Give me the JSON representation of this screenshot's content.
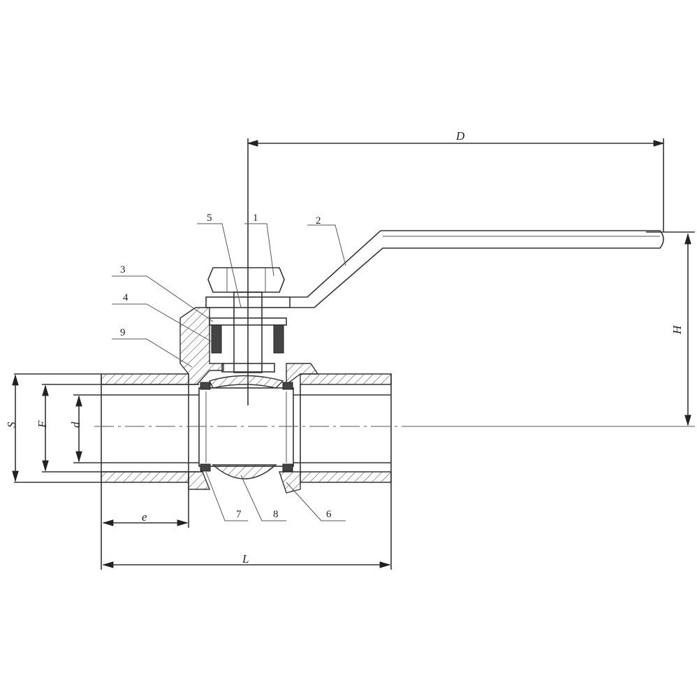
{
  "dimensions": {
    "D": "D",
    "H": "H",
    "S": "S",
    "F": "F",
    "d": "d",
    "e": "e",
    "L": "L"
  },
  "part_numbers": [
    "1",
    "2",
    "3",
    "4",
    "5",
    "6",
    "7",
    "8",
    "9"
  ]
}
